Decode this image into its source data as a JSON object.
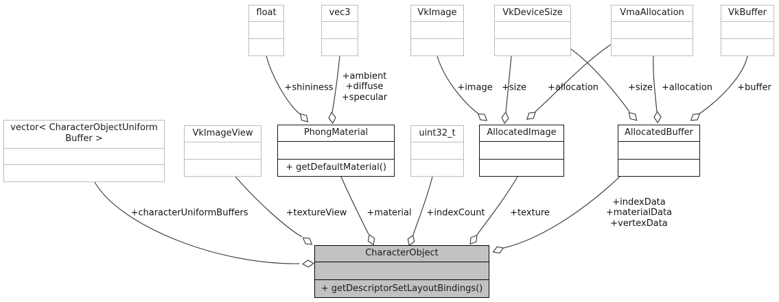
{
  "diagram_title": "CharacterObject collaboration diagram",
  "colors": {
    "background": "#ffffff",
    "external_class_border": "#bcbcbc",
    "documented_class_border": "#151515",
    "main_class_fill": "#c2c2c2",
    "edge_stroke": "#3f3f3f",
    "text": "#1a1a1a"
  },
  "classes": {
    "float": {
      "title": "float"
    },
    "vec3": {
      "title": "vec3"
    },
    "vk_image": {
      "title": "VkImage"
    },
    "vk_device_size": {
      "title": "VkDeviceSize"
    },
    "vma_allocation": {
      "title": "VmaAllocation"
    },
    "vk_buffer": {
      "title": "VkBuffer"
    },
    "vector_character_object_uniform_buffer": {
      "title": "vector< CharacterObjectUniform\nBuffer >"
    },
    "vk_image_view": {
      "title": "VkImageView"
    },
    "phong_material": {
      "title": "PhongMaterial",
      "method": "+ getDefaultMaterial()"
    },
    "uint32_t": {
      "title": "uint32_t"
    },
    "allocated_image": {
      "title": "AllocatedImage"
    },
    "allocated_buffer": {
      "title": "AllocatedBuffer"
    },
    "character_object": {
      "title": "CharacterObject",
      "method": "+ getDescriptorSetLayoutBindings()"
    }
  },
  "edge_labels": {
    "shininess": "+shininess",
    "phong_vec3": "+ambient\n+diffuse\n+specular",
    "image": "+image",
    "image_size": "+size",
    "image_allocation": "+allocation",
    "buffer_size": "+size",
    "buffer_allocation": "+allocation",
    "buffer": "+buffer",
    "character_uniform_buffers": "+characterUniformBuffers",
    "texture_view": "+textureView",
    "material": "+material",
    "index_count": "+indexCount",
    "texture": "+texture",
    "buffer_data": "+indexData\n+materialData\n+vertexData"
  }
}
